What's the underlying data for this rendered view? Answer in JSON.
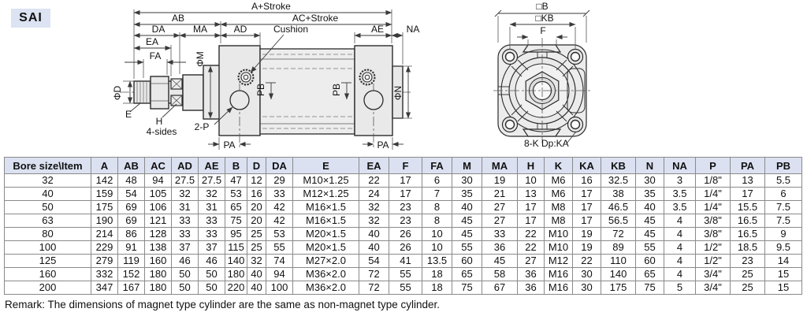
{
  "series_badge": "SAI",
  "drawing": {
    "side": {
      "a_stroke": "A+Stroke",
      "ab": "AB",
      "ac_stroke": "AC+Stroke",
      "da": "DA",
      "ma": "MA",
      "ad": "AD",
      "cushion": "Cushion",
      "ae": "AE",
      "na": "NA",
      "ea": "EA",
      "fa": "FA",
      "phi_m": "ΦM",
      "phi_d": "ΦD",
      "e": "E",
      "h": "H",
      "four_sides": "4-sides",
      "two_p": "2-P",
      "pa": "PA",
      "pb": "PB",
      "phi_n": "ΦN"
    },
    "end": {
      "b": "□B",
      "kb": "□KB",
      "f": "F",
      "mounting": "8-K Dp:KA"
    }
  },
  "table": {
    "columns": [
      "Bore size\\Item",
      "A",
      "AB",
      "AC",
      "AD",
      "AE",
      "B",
      "D",
      "DA",
      "E",
      "EA",
      "F",
      "FA",
      "M",
      "MA",
      "H",
      "K",
      "KA",
      "KB",
      "N",
      "NA",
      "P",
      "PA",
      "PB"
    ],
    "rows": [
      [
        "32",
        "142",
        "48",
        "94",
        "27.5",
        "27.5",
        "47",
        "12",
        "29",
        "M10×1.25",
        "22",
        "17",
        "6",
        "30",
        "19",
        "10",
        "M6",
        "16",
        "32.5",
        "30",
        "3",
        "1/8\"",
        "13",
        "5.5"
      ],
      [
        "40",
        "159",
        "54",
        "105",
        "32",
        "32",
        "53",
        "16",
        "33",
        "M12×1.25",
        "24",
        "17",
        "7",
        "35",
        "21",
        "13",
        "M6",
        "17",
        "38",
        "35",
        "3.5",
        "1/4\"",
        "17",
        "6"
      ],
      [
        "50",
        "175",
        "69",
        "106",
        "31",
        "31",
        "65",
        "20",
        "42",
        "M16×1.5",
        "32",
        "23",
        "8",
        "40",
        "27",
        "17",
        "M8",
        "17",
        "46.5",
        "40",
        "3.5",
        "1/4\"",
        "15.5",
        "7.5"
      ],
      [
        "63",
        "190",
        "69",
        "121",
        "33",
        "33",
        "75",
        "20",
        "42",
        "M16×1.5",
        "32",
        "23",
        "8",
        "45",
        "27",
        "17",
        "M8",
        "17",
        "56.5",
        "45",
        "4",
        "3/8\"",
        "16.5",
        "7.5"
      ],
      [
        "80",
        "214",
        "86",
        "128",
        "33",
        "33",
        "95",
        "25",
        "53",
        "M20×1.5",
        "40",
        "26",
        "10",
        "45",
        "33",
        "22",
        "M10",
        "19",
        "72",
        "45",
        "4",
        "3/8\"",
        "16.5",
        "9"
      ],
      [
        "100",
        "229",
        "91",
        "138",
        "37",
        "37",
        "115",
        "25",
        "55",
        "M20×1.5",
        "40",
        "26",
        "10",
        "55",
        "36",
        "22",
        "M10",
        "19",
        "89",
        "55",
        "4",
        "1/2\"",
        "18.5",
        "9.5"
      ],
      [
        "125",
        "279",
        "119",
        "160",
        "46",
        "46",
        "140",
        "32",
        "74",
        "M27×2.0",
        "54",
        "41",
        "13.5",
        "60",
        "45",
        "27",
        "M12",
        "22",
        "110",
        "60",
        "4",
        "1/2\"",
        "23",
        "14"
      ],
      [
        "160",
        "332",
        "152",
        "180",
        "50",
        "50",
        "180",
        "40",
        "94",
        "M36×2.0",
        "72",
        "55",
        "18",
        "65",
        "58",
        "36",
        "M16",
        "30",
        "140",
        "65",
        "4",
        "3/4\"",
        "25",
        "15"
      ],
      [
        "200",
        "347",
        "167",
        "180",
        "50",
        "50",
        "220",
        "40",
        "100",
        "M36×2.0",
        "72",
        "55",
        "18",
        "75",
        "67",
        "36",
        "M16",
        "30",
        "175",
        "75",
        "5",
        "3/4\"",
        "25",
        "15"
      ]
    ]
  },
  "remark": "Remark: The dimensions of magnet type cylinder are the same as non-magnet type cylinder.",
  "colors": {
    "header_bg": "#dbe1f1",
    "badge_bg": "#dce3f2",
    "line": "#2b2b2b",
    "fill_light": "#e9e9e9"
  }
}
